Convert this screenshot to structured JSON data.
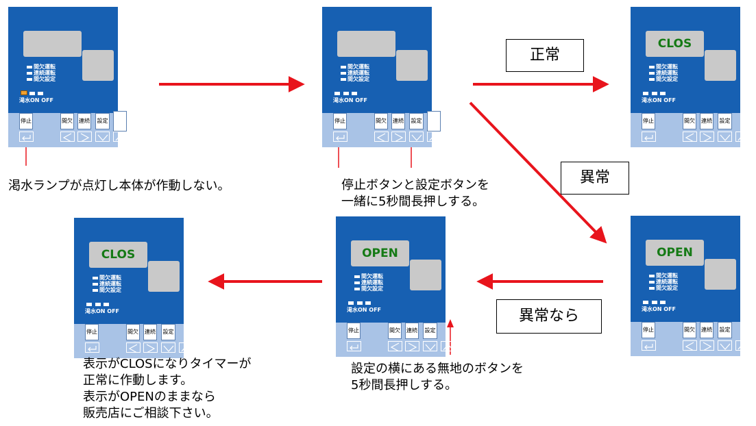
{
  "panel_labels": {
    "mode1": "間欠運転",
    "mode2": "連続運転",
    "mode3": "間欠設定",
    "status": "渇水ON OFF",
    "stop": "停止",
    "kanketsu": "間欠",
    "renzoku": "連続",
    "settei": "設定"
  },
  "panel2_display": "CLOS",
  "panel3_display": "OPEN",
  "panel4_display": "OPEN",
  "panel5_display": "CLOS",
  "box_normal": "正常",
  "box_abnormal": "異常",
  "box_if_abnormal": "異常なら",
  "caption_drought": "渇水ランプが点灯し本体が作動しない。",
  "caption_press_line1": "停止ボタンと設定ボタンを",
  "caption_press_line2": "一緒に5秒間長押しする。",
  "caption_blank_line1": "設定の横にある無地のボタンを",
  "caption_blank_line2": "5秒間長押しする。",
  "caption_result_line1": "表示がCLOSになりタイマーが",
  "caption_result_line2": "正常に作動します。",
  "caption_result_line3": "表示がOPENのままなら",
  "caption_result_line4": "販売店にご相談下さい。",
  "colors": {
    "panel_blue": "#1760b2",
    "panel_light": "#a9c3e6",
    "arrow_red": "#e8141c",
    "display_green": "#157a15",
    "lamp_orange": "#f0a030"
  }
}
